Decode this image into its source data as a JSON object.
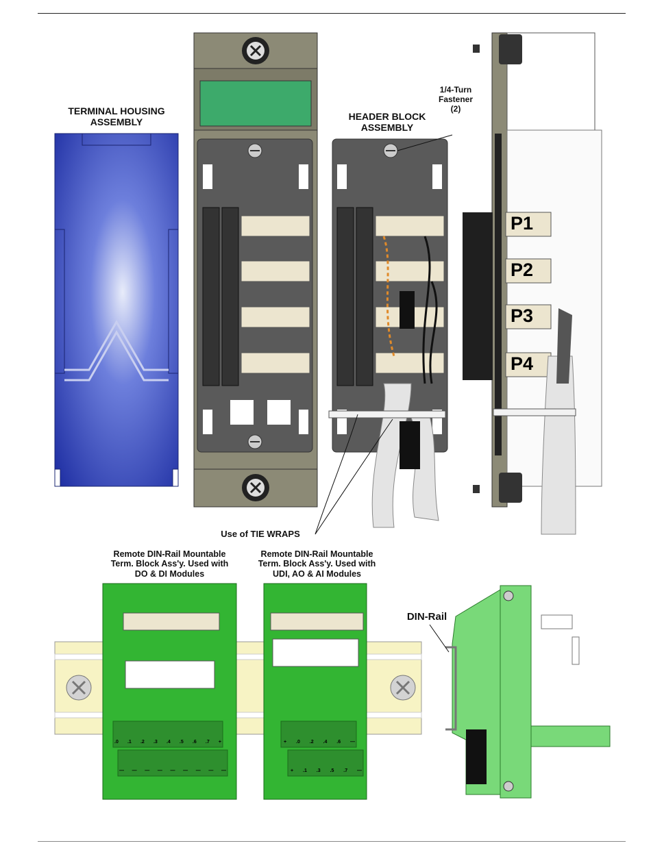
{
  "labels": {
    "terminal_housing": [
      "TERMINAL HOUSING",
      "ASSEMBLY"
    ],
    "header_block": [
      "HEADER BLOCK",
      "ASSEMBLY"
    ],
    "fastener": [
      "1/4-Turn",
      "Fastener",
      "(2)"
    ],
    "tie_wraps": "Use of TIE WRAPS",
    "din_block_1": [
      "Remote DIN-Rail Mountable",
      "Term. Block Ass'y. Used with",
      "DO & DI Modules"
    ],
    "din_block_2": [
      "Remote DIN-Rail Mountable",
      "Term. Block Ass'y. Used with",
      "UDI, AO & AI Modules"
    ],
    "din_rail": "DIN-Rail"
  },
  "connectors": [
    "P1",
    "P2",
    "P3",
    "P4"
  ],
  "terminals_1_top": [
    ".0",
    ".1",
    ".2",
    ".3",
    ".4",
    ".5",
    ".6",
    ".7",
    "+"
  ],
  "terminals_1_bottom": [
    "—",
    "—",
    "—",
    "—",
    "—",
    "—",
    "—",
    "—",
    "—"
  ],
  "terminals_2_top": [
    "+",
    ".0",
    ".2",
    ".4",
    ".6",
    "—"
  ],
  "terminals_2_bottom": [
    "+",
    ".1",
    ".3",
    ".5",
    ".7",
    "—"
  ],
  "colors": {
    "housing_blue": "#2b3fb0",
    "module_gray": "#8c8a76",
    "module_dark": "#5a5a5a",
    "din_green": "#3ec43e",
    "connector_beige": "#ece5cf",
    "rail_yellow": "#f7f3c4"
  }
}
